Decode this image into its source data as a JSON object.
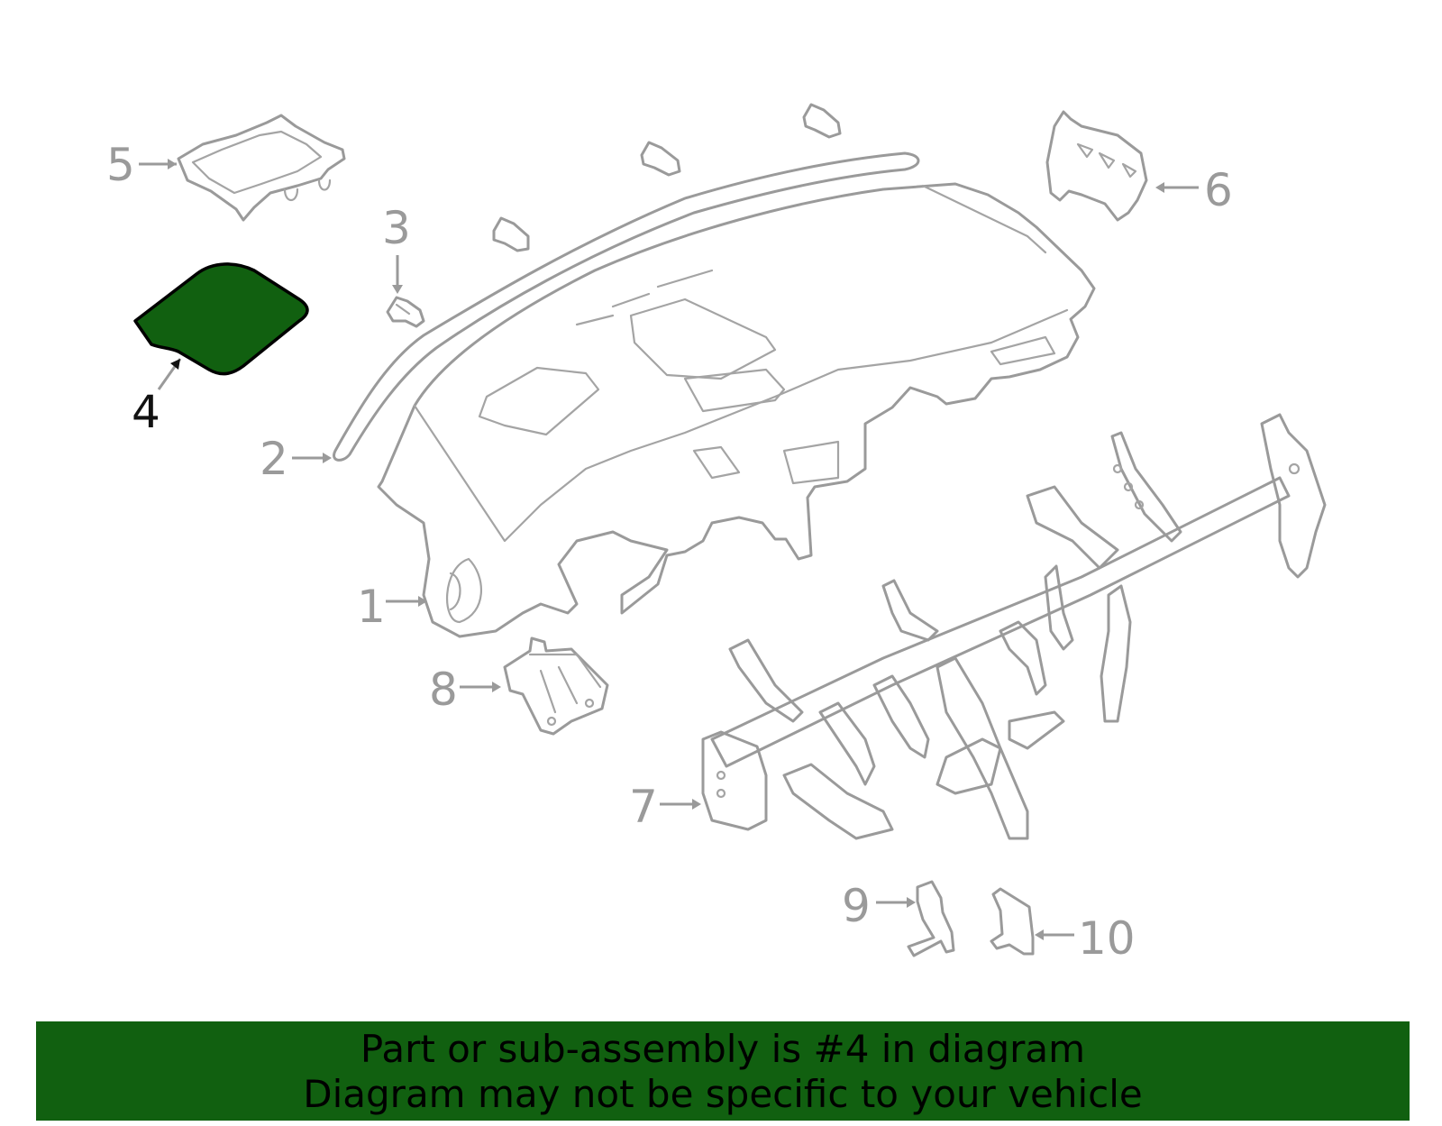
{
  "callouts": [
    {
      "id": "1",
      "label": "1",
      "highlighted": false
    },
    {
      "id": "2",
      "label": "2",
      "highlighted": false
    },
    {
      "id": "3",
      "label": "3",
      "highlighted": false
    },
    {
      "id": "4",
      "label": "4",
      "highlighted": true
    },
    {
      "id": "5",
      "label": "5",
      "highlighted": false
    },
    {
      "id": "6",
      "label": "6",
      "highlighted": false
    },
    {
      "id": "7",
      "label": "7",
      "highlighted": false
    },
    {
      "id": "8",
      "label": "8",
      "highlighted": false
    },
    {
      "id": "9",
      "label": "9",
      "highlighted": false
    },
    {
      "id": "10",
      "label": "10",
      "highlighted": false
    }
  ],
  "banner": {
    "line1": "Part or sub-assembly is #4 in diagram",
    "line2": "Diagram may not be specific to your vehicle"
  },
  "colors": {
    "highlight": "#116010",
    "part_line": "#9a9a9a",
    "highlight_outline": "#000000",
    "banner_bg": "#116010"
  }
}
